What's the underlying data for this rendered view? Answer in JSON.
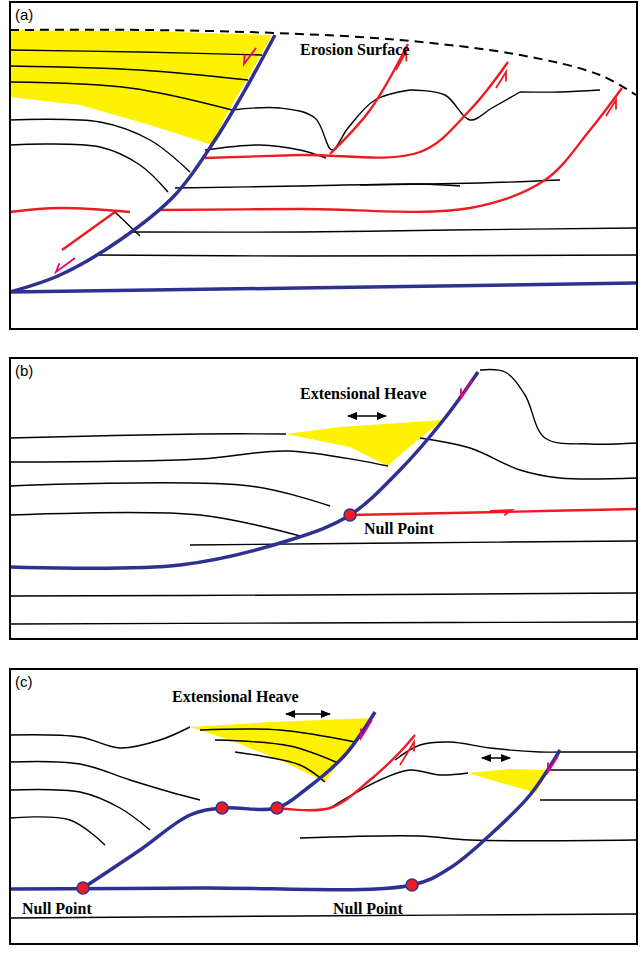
{
  "diagram": {
    "nodes": [
      {
        "text": [
          "(a)"
        ]
      },
      {
        "text": [
          "(b)"
        ]
      },
      {
        "text": [
          "(c)"
        ]
      }
    ],
    "labels": [
      "Erosion Surface",
      "Extensional Heave",
      "Null Point",
      "Extensional Heave",
      "Null Point",
      "Null Point"
    ]
  }
}
